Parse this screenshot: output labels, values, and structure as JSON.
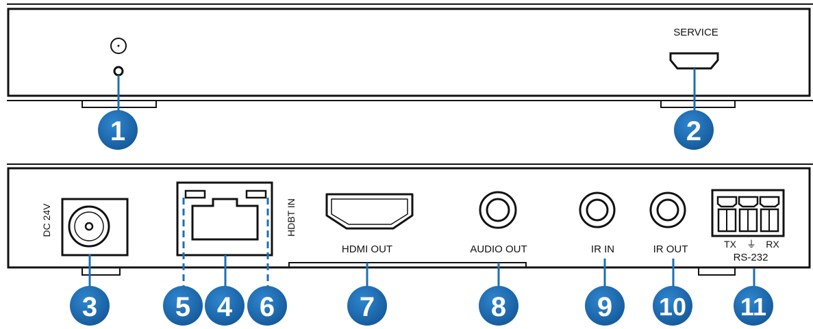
{
  "front_panel": {
    "service_label": "SERVICE"
  },
  "rear_panel": {
    "dc_label": "DC 24V",
    "hdbt_label": "HDBT IN",
    "hdmi_label": "HDMI OUT",
    "audio_label": "AUDIO OUT",
    "ir_in_label": "IR IN",
    "ir_out_label": "IR OUT",
    "tx_label": "TX",
    "ground_symbol": "⏚",
    "rx_label": "RX",
    "rs232_label": "RS-232"
  },
  "callouts": {
    "c1": "1",
    "c2": "2",
    "c3": "3",
    "c4": "4",
    "c5": "5",
    "c6": "6",
    "c7": "7",
    "c8": "8",
    "c9": "9",
    "c10": "10",
    "c11": "11"
  },
  "colors": {
    "callout": "#1b6fb5",
    "callout_shadow": "#0d3f6b",
    "outline": "#111111"
  },
  "icons": [
    "power-led-icon",
    "power-button-icon",
    "micro-usb-port-icon",
    "dc-jack-icon",
    "rj45-port-icon",
    "hdmi-port-icon",
    "audio-jack-icon",
    "ir-jack-icon",
    "terminal-block-icon"
  ]
}
